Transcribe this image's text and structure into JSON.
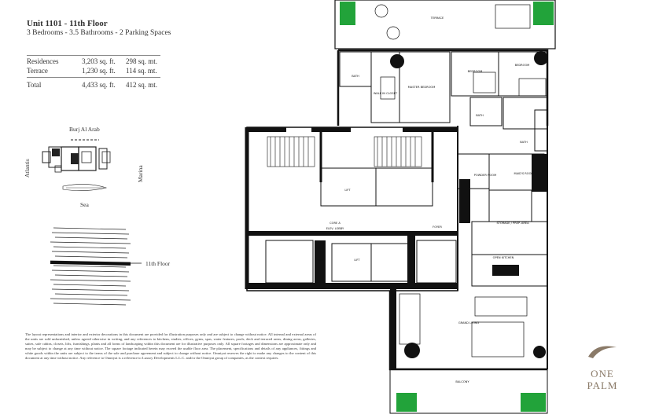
{
  "unit": {
    "title": "Unit 1101 - 11th Floor",
    "subtitle": "3 Bedrooms - 3.5 Bathrooms - 2 Parking Spaces"
  },
  "areas": [
    {
      "label": "Residences",
      "sqft": "3,203 sq. ft.",
      "sqm": "298 sq. mt."
    },
    {
      "label": "Terrace",
      "sqft": "1,230 sq. ft.",
      "sqm": "114 sq. mt."
    }
  ],
  "total": {
    "label": "Total",
    "sqft": "4,433 sq. ft.",
    "sqm": "412 sq. mt."
  },
  "keyplan": {
    "north": "Burj Al Arab",
    "west": "Atlantis",
    "east": "Marina",
    "south": "Sea"
  },
  "floor_label": "11th Floor",
  "rooms": {
    "terrace": "TERRACE",
    "bath1": "BATH",
    "walkin": "WALK IN CLOSET",
    "master": "MASTER BEDROOM",
    "bedroom1": "BEDROOM",
    "bedroom2": "BEDROOM",
    "bath2": "BATH",
    "bath3": "BATH",
    "powder": "POWDER ROOM",
    "maids": "MAID'S ROOM",
    "storage": "STORAGE / PREP. AREA",
    "kitchen": "OPEN KITCHEN",
    "living": "GRAND LIVING",
    "balcony": "BALCONY",
    "foyer": "FOYER",
    "core": "CORE A",
    "elev_lobby": "ELEV. LOBBY",
    "lift1": "LIFT",
    "lift2": "LIFT",
    "lift3": "LIFT"
  },
  "disclaimer": "The layout representations and interior and exterior decorations in this document are provided for illustration purposes only and are subject to change without notice. All internal and external areas of the units are sold unfurnished, unless agreed otherwise in writing, and any references to kitchens, studies, offices, gyms, spas, water features, pools, deck and terraced areas, dining areas, galleries, suites, safe cabins, closets, lifts, furnishings, plants and all forms of landscaping within this document are for illustrative purposes only. All square footages and dimensions are approximate only and may be subject to change at any time without notice. The square footage indicated herein may exceed the usable floor area. The placement, specifications and details of any appliances, fittings and white goods within the units are subject to the terms of the sale and purchase agreement and subject to change without notice. Omniyat reserves the right to make any changes to the content of this document at any time without notice. Any reference to Omniyat is a reference to Luxury Developments L.L.C. and/or the Omniyat group of companies, as the context requires.",
  "logo": {
    "line1": "ONE",
    "line2": "PALM"
  },
  "colors": {
    "wall": "#111111",
    "green": "#22a33a",
    "logo": "#8a7a68"
  }
}
